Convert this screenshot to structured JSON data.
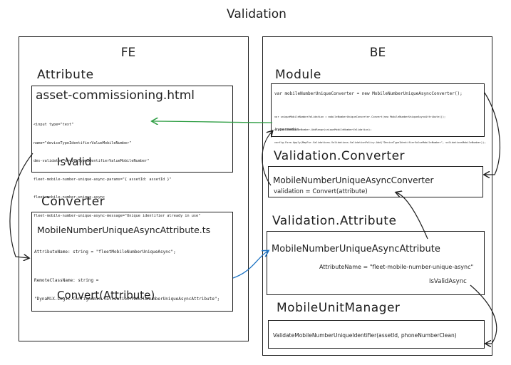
{
  "title": "Validation",
  "fe": {
    "heading": "FE",
    "attribute_section": "Attribute",
    "html_file": "asset-commissioning.html",
    "html_code": [
      "<input type=\"text\"",
      "name=\"deviceTypeIdentifierValueMobileNumber\"",
      "dms-validate=\"deviceTypeIdentifierValueMobileNumber\"",
      "fleet-mobile-number-unique-async-params=\"{ assetId: assetId }\"",
      "fleet-mobile-number-unique-async",
      "fleet-mobile-number-unique-async-message=\"Unique identifier already in use\""
    ],
    "isvalid": "IsValid",
    "converter_section": "Converter",
    "ts_file": "MobileNumberUniqueAsyncAttribute.ts",
    "ts_attr_name": "AttributeName: string = \"fleetMobileNumberUniqueAsync\";",
    "ts_remote_1": "RemoteClassName: string =",
    "ts_remote_2": "\"DynaMiX.Logic.ConfigAdmin.Validation.MobileNumberUniqueAsyncAttribute\";",
    "convert_call": "Convert(Attribute)"
  },
  "be": {
    "heading": "BE",
    "module_section": "Module",
    "module_line1": "var mobileNumberUniqueConverter = new MobileNumberUniqueAsyncConverter();",
    "module_line2": "var uniqueMobileNumberValidation = mobileNumberUniqueConverter.Convert(new MobileNumberUniqueAsyncAttribute());",
    "module_line3": "validationsMobileNumber.AddRange(uniqueMobileNumberValidation);",
    "module_line4": "config.Form.Apply(MapFor.Validations.Validations.ValidationPolicy.Add(\"DeviceTypeIdentifierValueMobileNumber\", validationsMobileNumber));",
    "module_line5": "hypermedia",
    "converter_section": "Validation.Converter",
    "converter_class": "MobileNumberUniqueAsyncConverter",
    "converter_body": "validation = Convert(attribute)",
    "attribute_section": "Validation.Attribute",
    "attribute_class": "MobileNumberUniqueAsyncAttribute",
    "attribute_name": "AttributeName = \"fleet-mobile-number-unique-async\"",
    "isvalidasync": "IsValidAsync",
    "manager_section": "MobileUnitManager",
    "manager_call": "ValidateMobileNumberUniqueIdentifier(assetId, phoneNumberClean)"
  },
  "colors": {
    "stroke": "#1e1e1e",
    "green_arrow": "#2f9e44",
    "blue_arrow": "#1971c2"
  }
}
